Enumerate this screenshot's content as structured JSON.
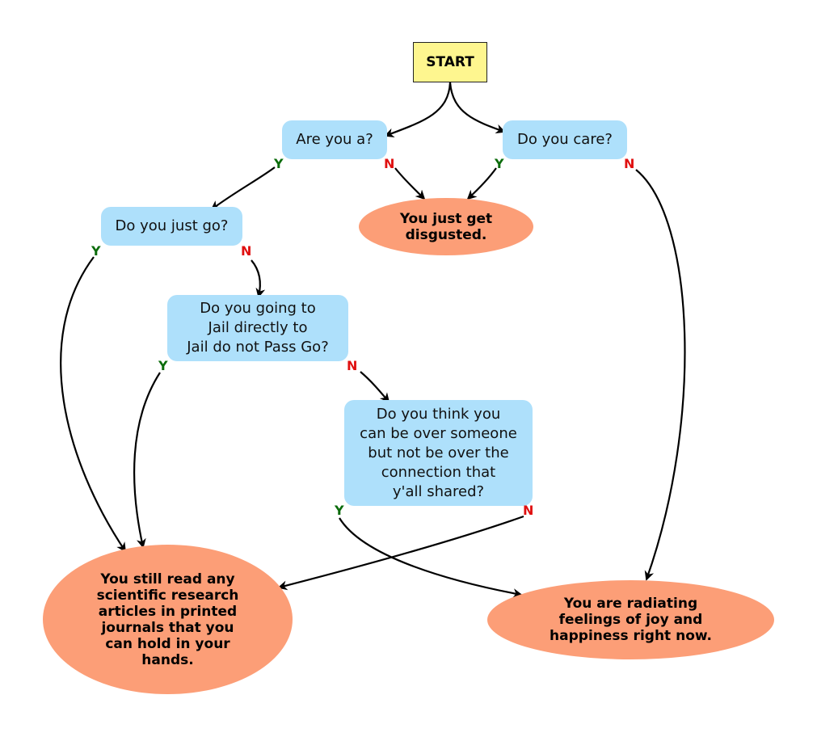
{
  "nodes": {
    "start": "START",
    "q1": "Are you a?",
    "q2": "Do you care?",
    "q3": "Do you just go?",
    "q4": "Do you going to\nJail directly to\nJail do not Pass Go?",
    "q5": "Do you think you\ncan be over someone\nbut not be over the\nconnection that\ny'all shared?",
    "end1": "You just get\ndisgusted.",
    "end2": "You still read any\nscientific research\narticles in printed\njournals that you\ncan hold in your\nhands.",
    "end3": "You are radiating\nfeelings of joy and\nhappiness right now."
  },
  "labels": {
    "yes": "Y",
    "no": "N"
  },
  "colors": {
    "start_fill": "#fef68f",
    "question_fill": "#aee0fb",
    "terminal_fill": "#fc9e77",
    "yes_label": "#0a6b0a",
    "no_label": "#e01010"
  }
}
